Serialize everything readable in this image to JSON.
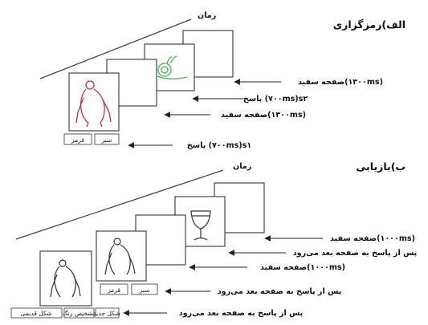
{
  "colors": {
    "red_figure": "#c8323c",
    "green_figure": "#4caf50",
    "ink": "#111111"
  },
  "encoding": {
    "title": "الف)رمزگزاری",
    "time_label": "زمان",
    "steps": [
      "صفحه سفید(۱۳۰۰ms)",
      "پاسخ (۷۰۰ms)s۲",
      "صفحه سفید(۱۳۰۰ms)",
      "پاسخ (۷۰۰ms)s۱"
    ],
    "buttons": [
      "سبز",
      "قرمز"
    ],
    "icons": [
      "gorilla-icon",
      "snail-icon"
    ]
  },
  "retrieval": {
    "title": "ب)بازیابی",
    "time_label": "زمان",
    "steps": [
      "صفحه سفید(۱۰۰۰ms)",
      "پس از پاسخ به صفحه بعد می‌رود",
      "صفحه سفید(۱۰۰۰ms)",
      "پس از پاسخ به صفحه بعد می‌رود",
      "پس از پاسخ به صفحه بعد می‌رود"
    ],
    "buttons_color": [
      "سبز",
      "قرمز"
    ],
    "buttons_shape": [
      "شکل جدید",
      "تشخیص رنگ",
      "شکل قدیمی"
    ],
    "icons": [
      "gorilla-icon",
      "wine-glass-icon"
    ]
  }
}
